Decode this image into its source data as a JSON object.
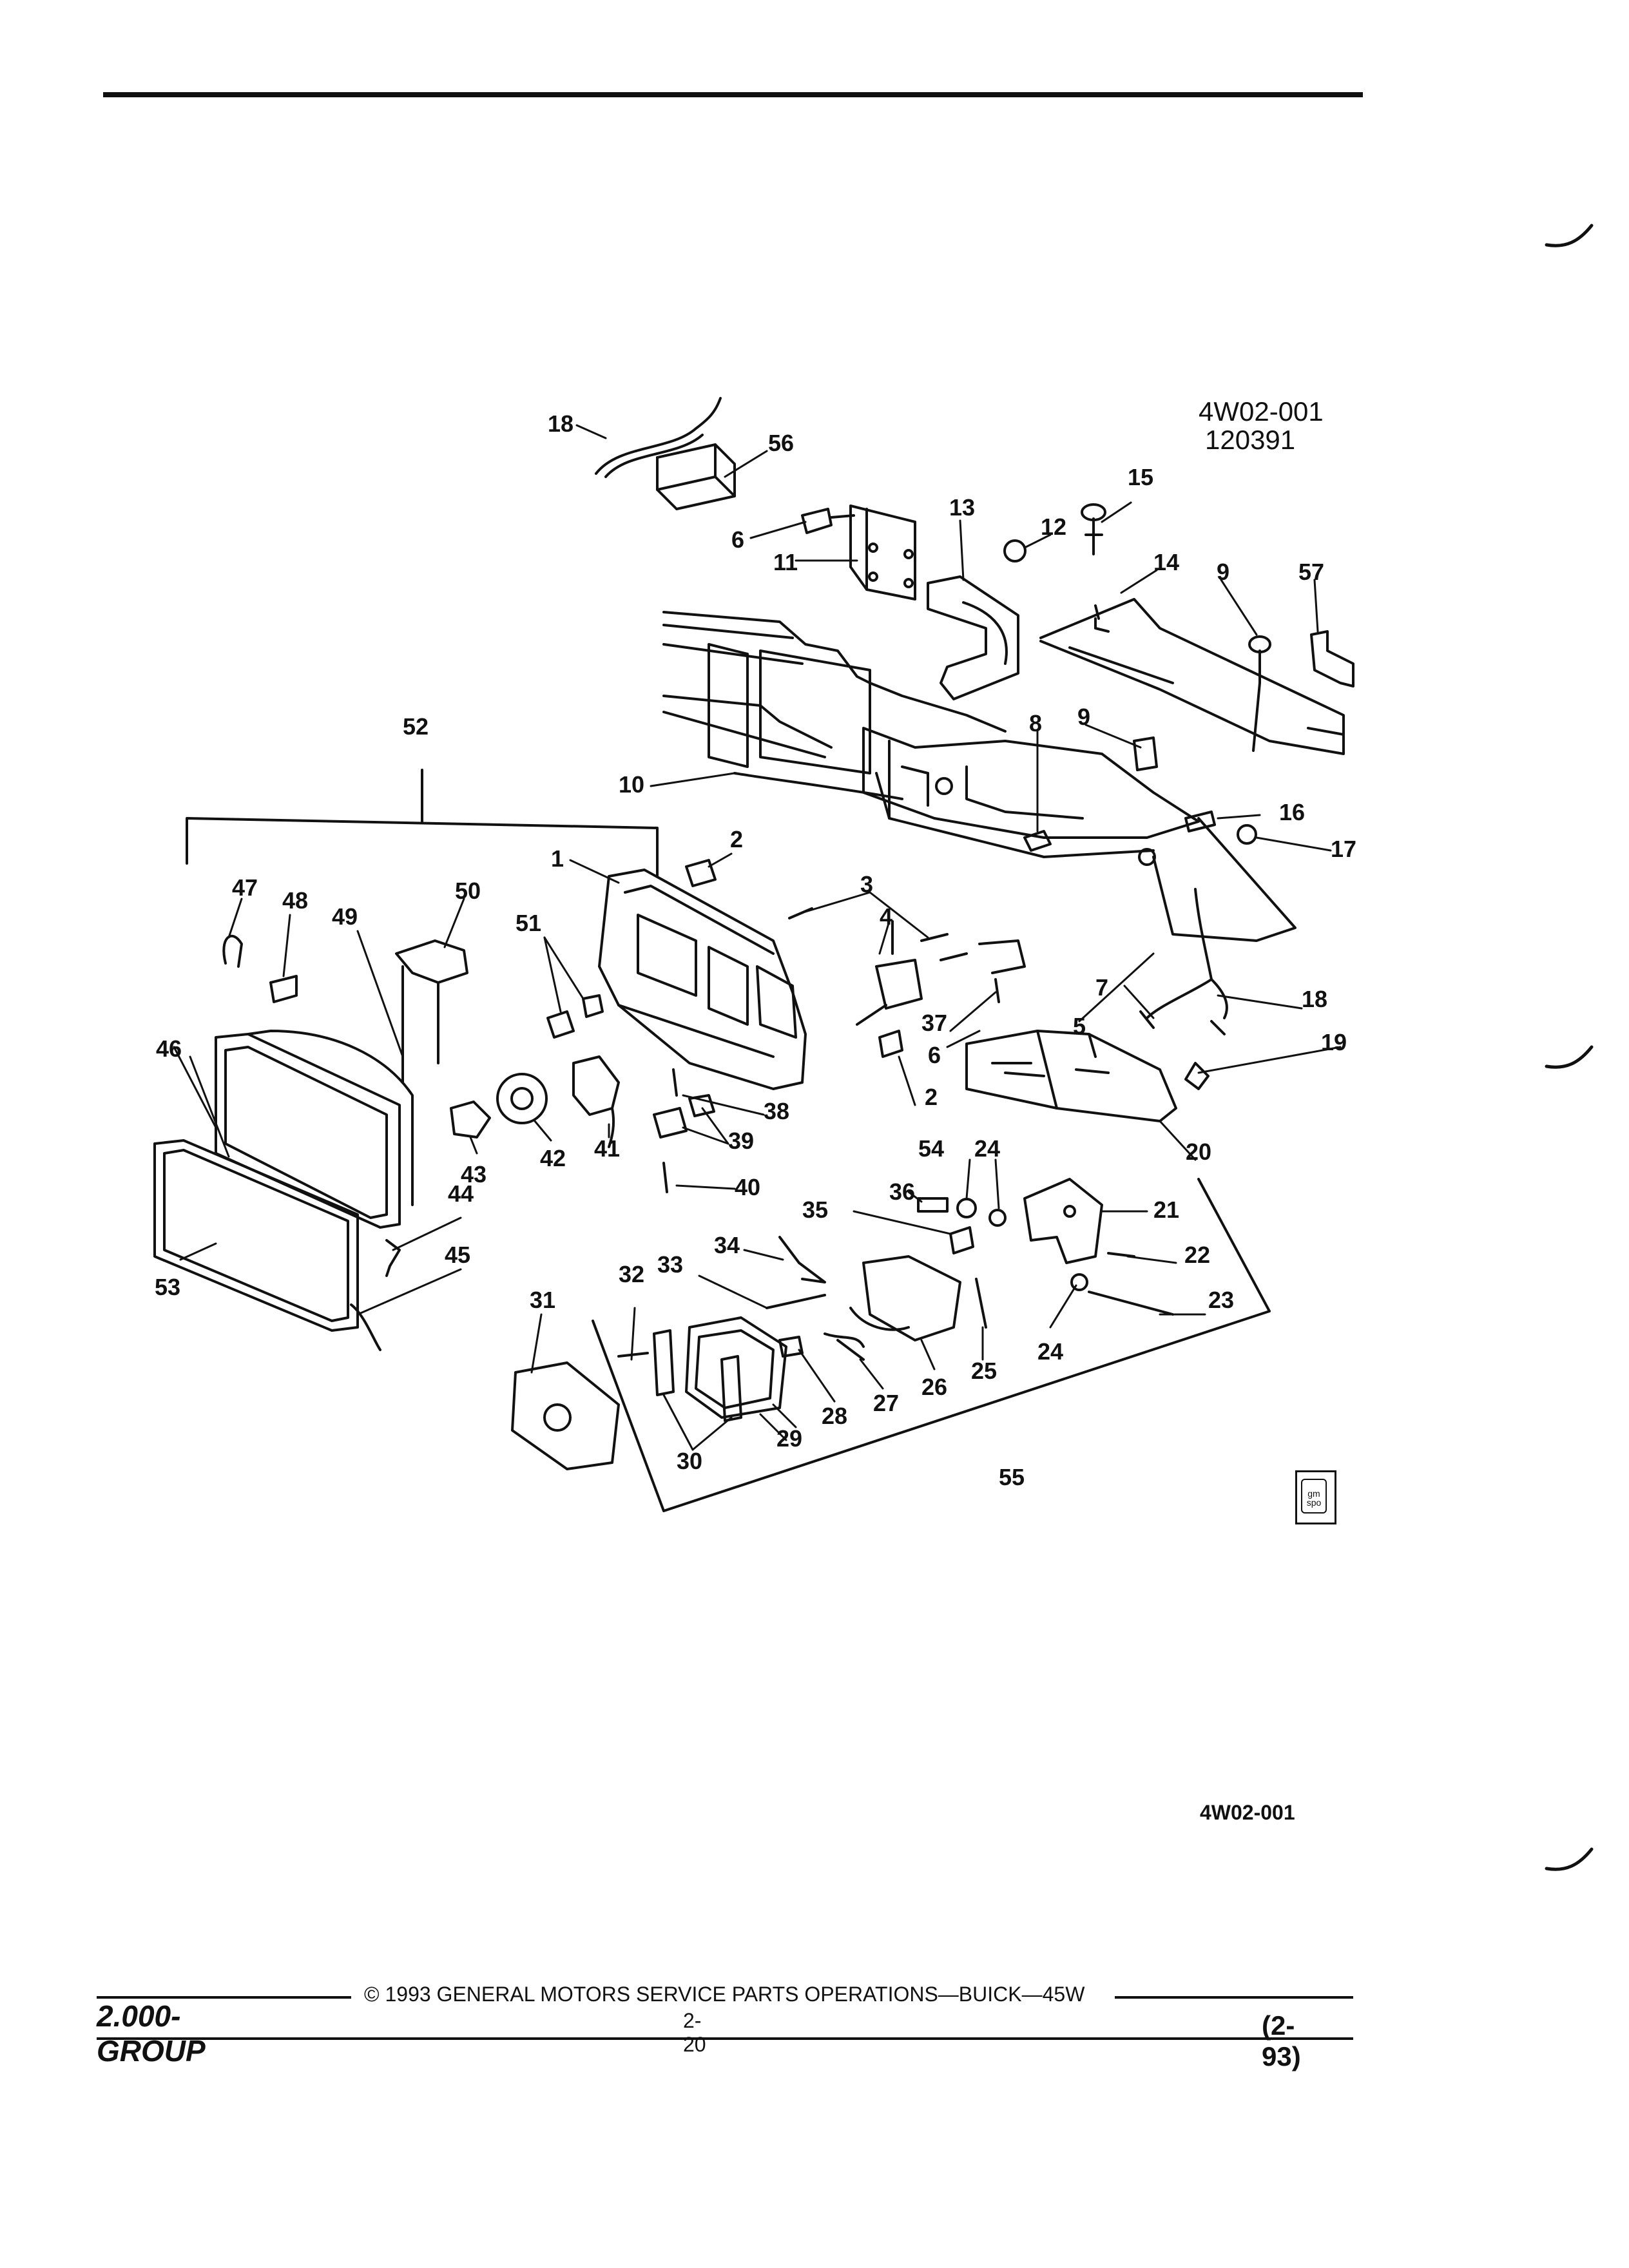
{
  "figure": {
    "id": "4W02-001",
    "date_code": "120391",
    "bottom_id": "4W02-001"
  },
  "callouts": [
    "18",
    "56",
    "6",
    "11",
    "13",
    "12",
    "15",
    "14",
    "9",
    "57",
    "52",
    "10",
    "8",
    "9",
    "16",
    "17",
    "2",
    "1",
    "3",
    "47",
    "48",
    "49",
    "50",
    "51",
    "4",
    "18",
    "7",
    "5",
    "37",
    "6",
    "19",
    "46",
    "42",
    "41",
    "43",
    "38",
    "2",
    "39",
    "40",
    "20",
    "54",
    "24",
    "21",
    "36",
    "35",
    "34",
    "44",
    "45",
    "22",
    "33",
    "53",
    "32",
    "31",
    "23",
    "24",
    "25",
    "26",
    "27",
    "28",
    "29",
    "30",
    "55"
  ],
  "footer": {
    "copyright": "© 1993 GENERAL MOTORS SERVICE PARTS OPERATIONS—BUICK—45W",
    "page": "2-20",
    "group": "2.000-GROUP",
    "revision": "(2-93)"
  },
  "logo": {
    "line1": "gm",
    "line2": "spo"
  }
}
